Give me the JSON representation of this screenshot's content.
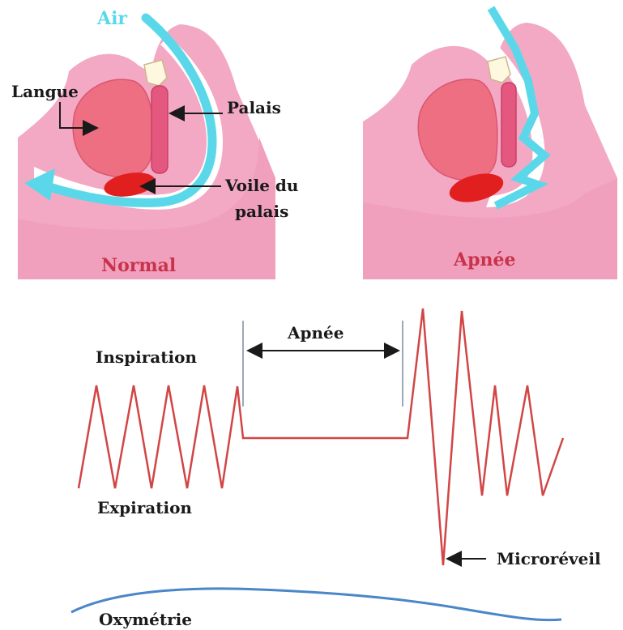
{
  "diagram": {
    "air_label": "Air",
    "normal_panel": {
      "caption": "Normal",
      "labels": {
        "tongue": "Langue",
        "palate": "Palais",
        "soft_palate_line1": "Voile du",
        "soft_palate_line2": "palais"
      }
    },
    "apnea_panel": {
      "caption": "Apnée"
    },
    "breathing_trace": {
      "inspiration_label": "Inspiration",
      "expiration_label": "Expiration",
      "apnea_label": "Apnée",
      "microarousal_label": "Microréveil"
    },
    "oximetry_label": "Oxymétrie"
  },
  "colors": {
    "skin": "#f3a9c3",
    "tongue": "#ee6f82",
    "palate": "#e4577e",
    "soft_palate": "#e21f1f",
    "airflow": "#5ad8ea",
    "trace": "#d24545",
    "oximetry": "#4a86c8"
  }
}
